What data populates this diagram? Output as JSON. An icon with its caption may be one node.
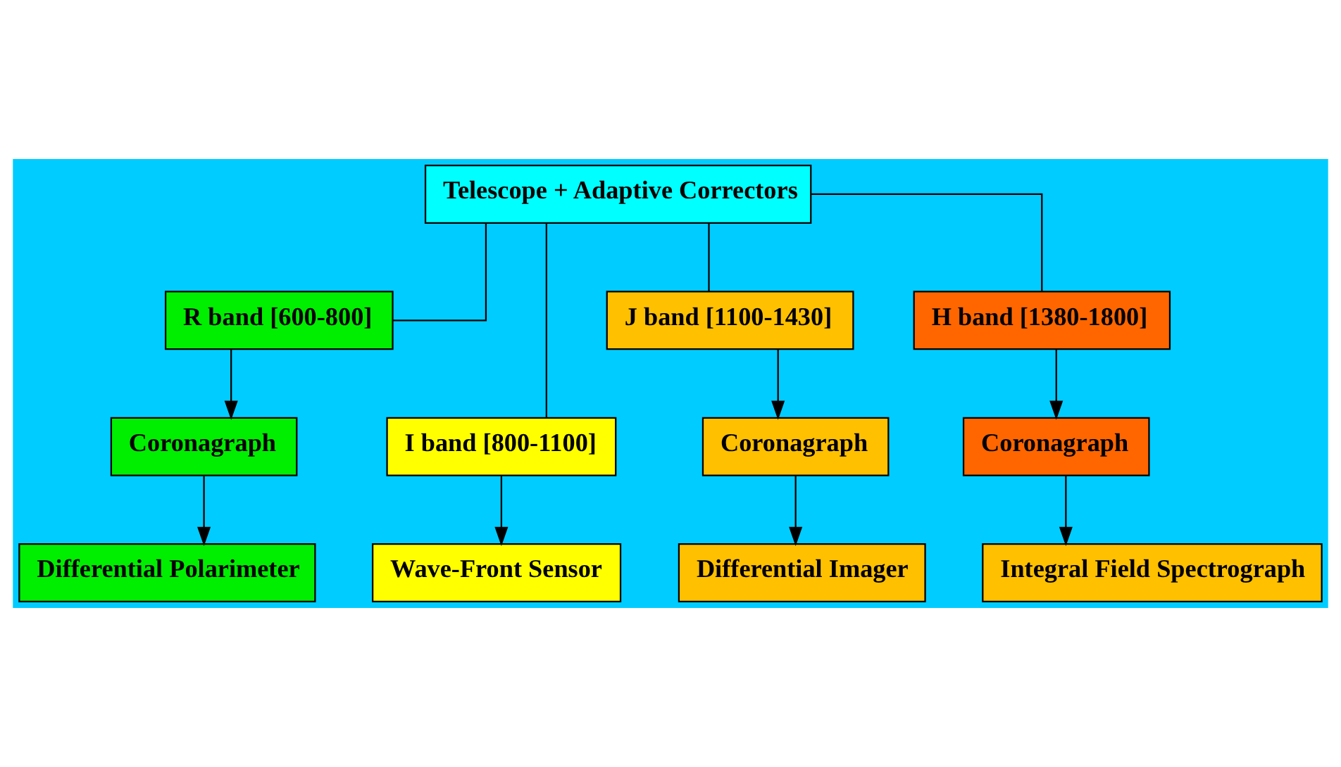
{
  "diagram": {
    "nodes": [
      {
        "text": [
          "Telescope + Adaptive Correctors"
        ]
      },
      {
        "text": [
          "R band [600-800]"
        ]
      },
      {
        "text": [
          "I band [800-1100]"
        ]
      },
      {
        "text": [
          "J band [1100-1430]"
        ]
      },
      {
        "text": [
          "H band [1380-1800]"
        ]
      },
      {
        "text": [
          "Coronagraph"
        ]
      },
      {
        "text": [
          "Coronagraph"
        ]
      },
      {
        "text": [
          "Coronagraph"
        ]
      },
      {
        "text": [
          "Differential Polarimeter"
        ]
      },
      {
        "text": [
          "Wave-Front Sensor"
        ]
      },
      {
        "text": [
          "Differential Imager"
        ]
      },
      {
        "text": [
          "Integral Field Spectrograph"
        ]
      }
    ],
    "edges": [
      {
        "from": 0,
        "to": 1,
        "arrow": "none"
      },
      {
        "from": 0,
        "to": 2,
        "arrow": "none"
      },
      {
        "from": 0,
        "to": 3,
        "arrow": "none"
      },
      {
        "from": 0,
        "to": 4,
        "arrow": "none"
      },
      {
        "from": 1,
        "to": 5,
        "arrow": "to"
      },
      {
        "from": 5,
        "to": 8,
        "arrow": "to"
      },
      {
        "from": 2,
        "to": 9,
        "arrow": "to"
      },
      {
        "from": 3,
        "to": 6,
        "arrow": "to"
      },
      {
        "from": 6,
        "to": 10,
        "arrow": "to"
      },
      {
        "from": 4,
        "to": 7,
        "arrow": "to"
      },
      {
        "from": 7,
        "to": 11,
        "arrow": "to"
      }
    ]
  }
}
